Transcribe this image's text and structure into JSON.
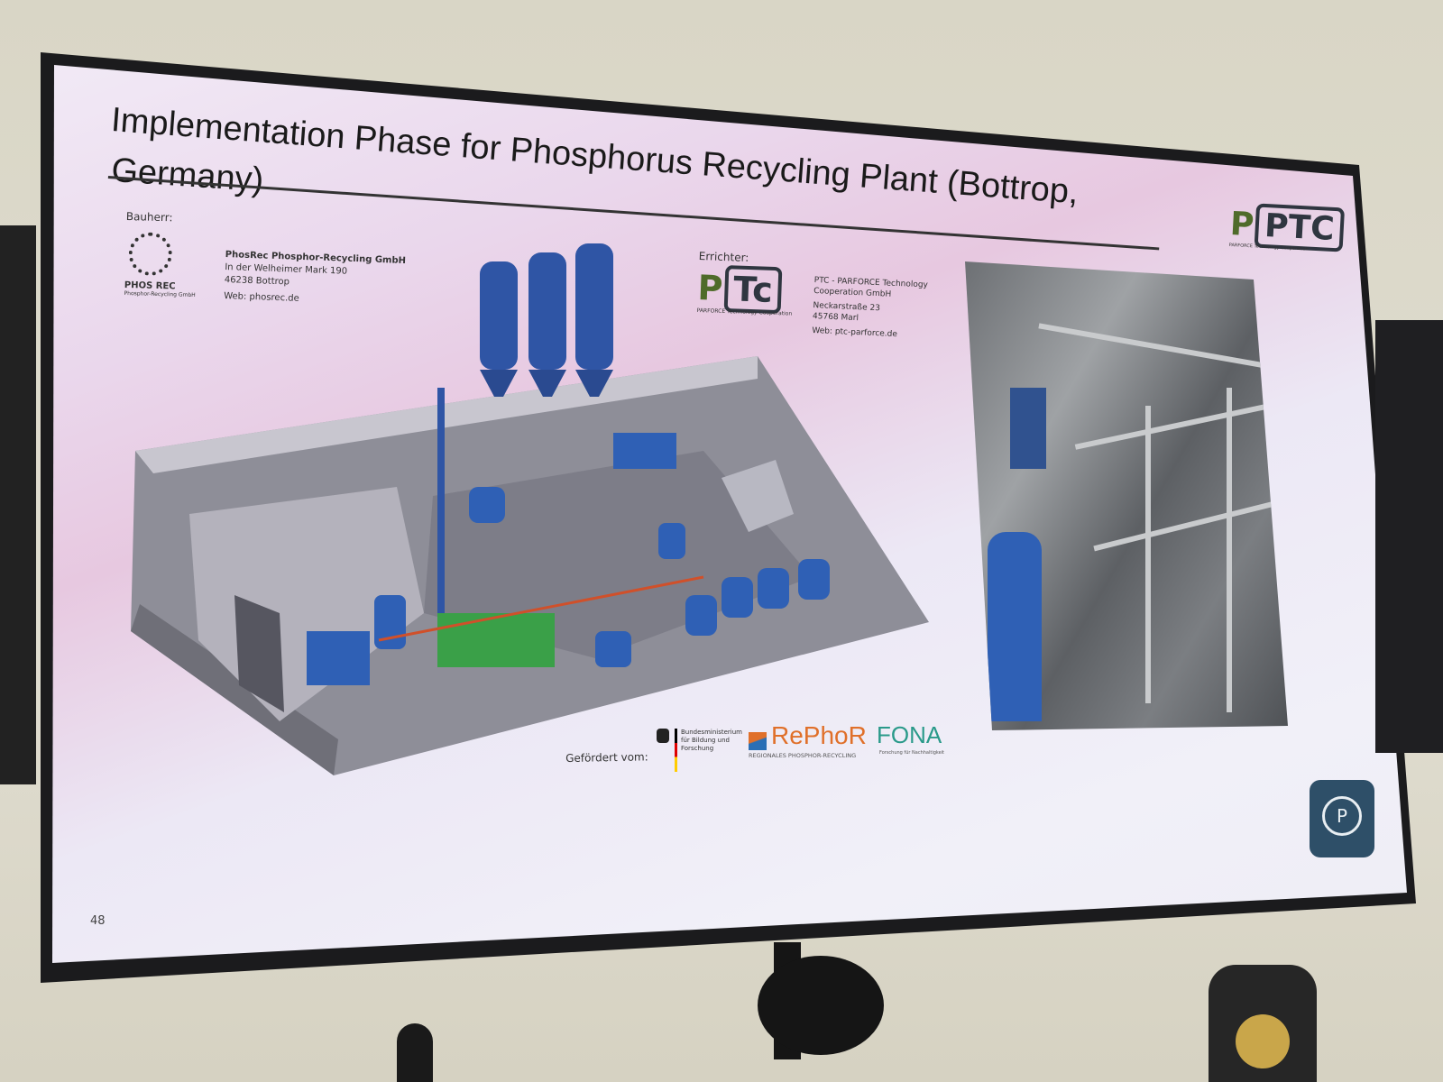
{
  "slide": {
    "title_line1": "Implementation Phase for Phosphorus Recycling Plant (Bottrop,",
    "title_line2": "Germany)",
    "page_number": "48"
  },
  "builder": {
    "label": "Bauherr:",
    "logo_text": "PHOS REC",
    "logo_subtext": "Phosphor-Recycling GmbH",
    "company": "PhosRec Phosphor-Recycling GmbH",
    "street": "In der Welheimer Mark 190",
    "city": "46238 Bottrop",
    "web": "Web: phosrec.de"
  },
  "constructor": {
    "label": "Errichter:",
    "logo_text": "PTC",
    "logo_subtext": "PARFORCE Technology Cooperation",
    "company_line1": "PTC - PARFORCE Technology",
    "company_line2": "Cooperation GmbH",
    "street": "Neckarstraße 23",
    "city": "45768 Marl",
    "web": "Web: ptc-parforce.de"
  },
  "header_logo": {
    "text": "PTC",
    "subtext": "PARFORCE Technology Cooperation"
  },
  "funding": {
    "label": "Gefördert vom:",
    "ministry": "Bundesministerium für Bildung und Forschung",
    "rephor": "RePhoR",
    "rephor_sub": "REGIONALES PHOSPHOR-RECYCLING",
    "fona": "FONA",
    "fona_sub": "Forschung für Nachhaltigkeit"
  },
  "colors": {
    "ptc_green": "#4f6b2a",
    "ptc_dark": "#2f3640",
    "rephor_orange": "#e0702a",
    "fona_teal": "#2a9a8a",
    "equipment_blue": "#2f5fb0"
  }
}
